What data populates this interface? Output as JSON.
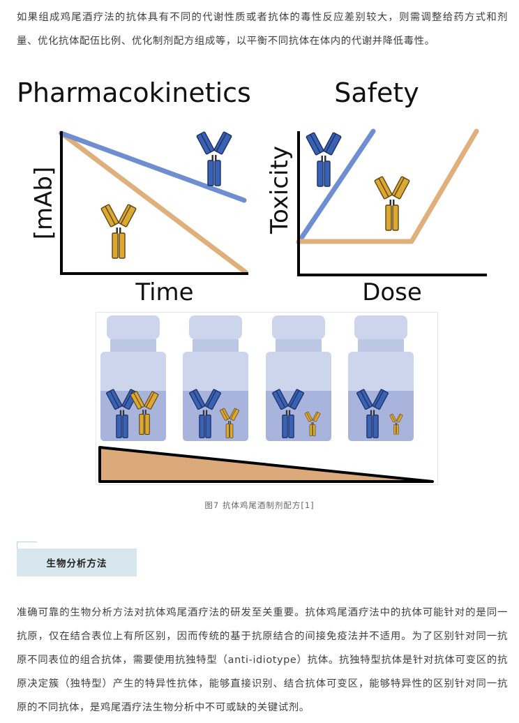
{
  "intro_paragraph": "如果组成鸡尾酒疗法的抗体具有不同的代谢性质或者抗体的毒性反应差别较大，则需调整给药方式和剂量、优化抗体配伍比例、优化制剂配方组成等，以平衡不同抗体在体内的代谢并降低毒性。",
  "figure": {
    "pk_title": "Pharmacokinetics",
    "pk_ylabel": "[mAb]",
    "pk_xlabel": "Time",
    "safety_title": "Safety",
    "safety_ylabel": "Toxicity",
    "safety_xlabel": "Dose",
    "caption": "图7 抗体鸡尾酒制剂配方[1]",
    "colors": {
      "blue": "#6f8ed1",
      "orange": "#e0b07c",
      "antibody_blue": "#3a62b4",
      "antibody_gold": "#dca832",
      "vial": "#ccd5ec",
      "liquid": "#a8b4dc",
      "wedge": "#dba97a"
    }
  },
  "section_title": "生物分析方法",
  "body_paragraph": "准确可靠的生物分析方法对抗体鸡尾酒疗法的研发至关重要。抗体鸡尾酒疗法中的抗体可能针对的是同一抗原，仅在结合表位上有所区别，因而传统的基于抗原结合的间接免疫法并不适用。为了区别针对同一抗原不同表位的组合抗体，需要使用抗独特型（anti-idiotype）抗体。抗独特型抗体是针对抗体可变区的抗原决定簇（独特型）产生的特异性抗体，能够直接识别、结合抗体可变区，能够特异性的区别针对同一抗原的不同抗体，是鸡尾酒疗法生物分析中不可或缺的关键试剂。"
}
